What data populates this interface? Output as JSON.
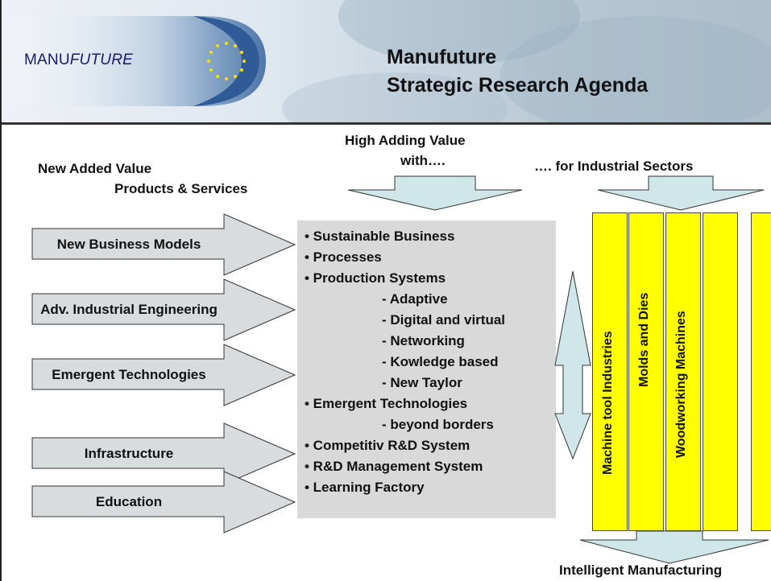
{
  "header": {
    "logo": {
      "part1": "MANU",
      "part2": "FUTURE"
    },
    "title_line1": "Manufuture",
    "title_line2": "Strategic Research Agenda"
  },
  "labels": {
    "new_added_value_line1": "New Added Value",
    "new_added_value_line2": "Products & Services",
    "high_adding_value_line1": "High Adding Value",
    "high_adding_value_line2": "with….",
    "industrial_sectors": "…. for Industrial Sectors",
    "intelligent_manufacturing": "Intelligent Manufacturing"
  },
  "left_arrows": [
    "New Business Models",
    "Adv. Industrial Engineering",
    "Emergent Technologies",
    "Infrastructure",
    "Education"
  ],
  "center_list": [
    "• Sustainable Business",
    "• Processes",
    "• Production Systems",
    "- Adaptive",
    "- Digital and virtual",
    "- Networking",
    "- Kowledge based",
    "- New Taylor",
    "• Emergent Technologies",
    "- beyond borders",
    "• Competitiv R&D System",
    "• R&D Management System",
    "• Learning Factory"
  ],
  "sectors": [
    "Machine tool Industries",
    "Molds and Dies",
    "Woodworking Machines",
    "",
    ""
  ],
  "colors": {
    "arrow_fill": "#cfe7e9",
    "left_arrow_fill": "#d9dcde",
    "center_box": "#d9d9d9",
    "sector_fill": "#ffff00",
    "logo_blue": "#1a1a6e"
  }
}
